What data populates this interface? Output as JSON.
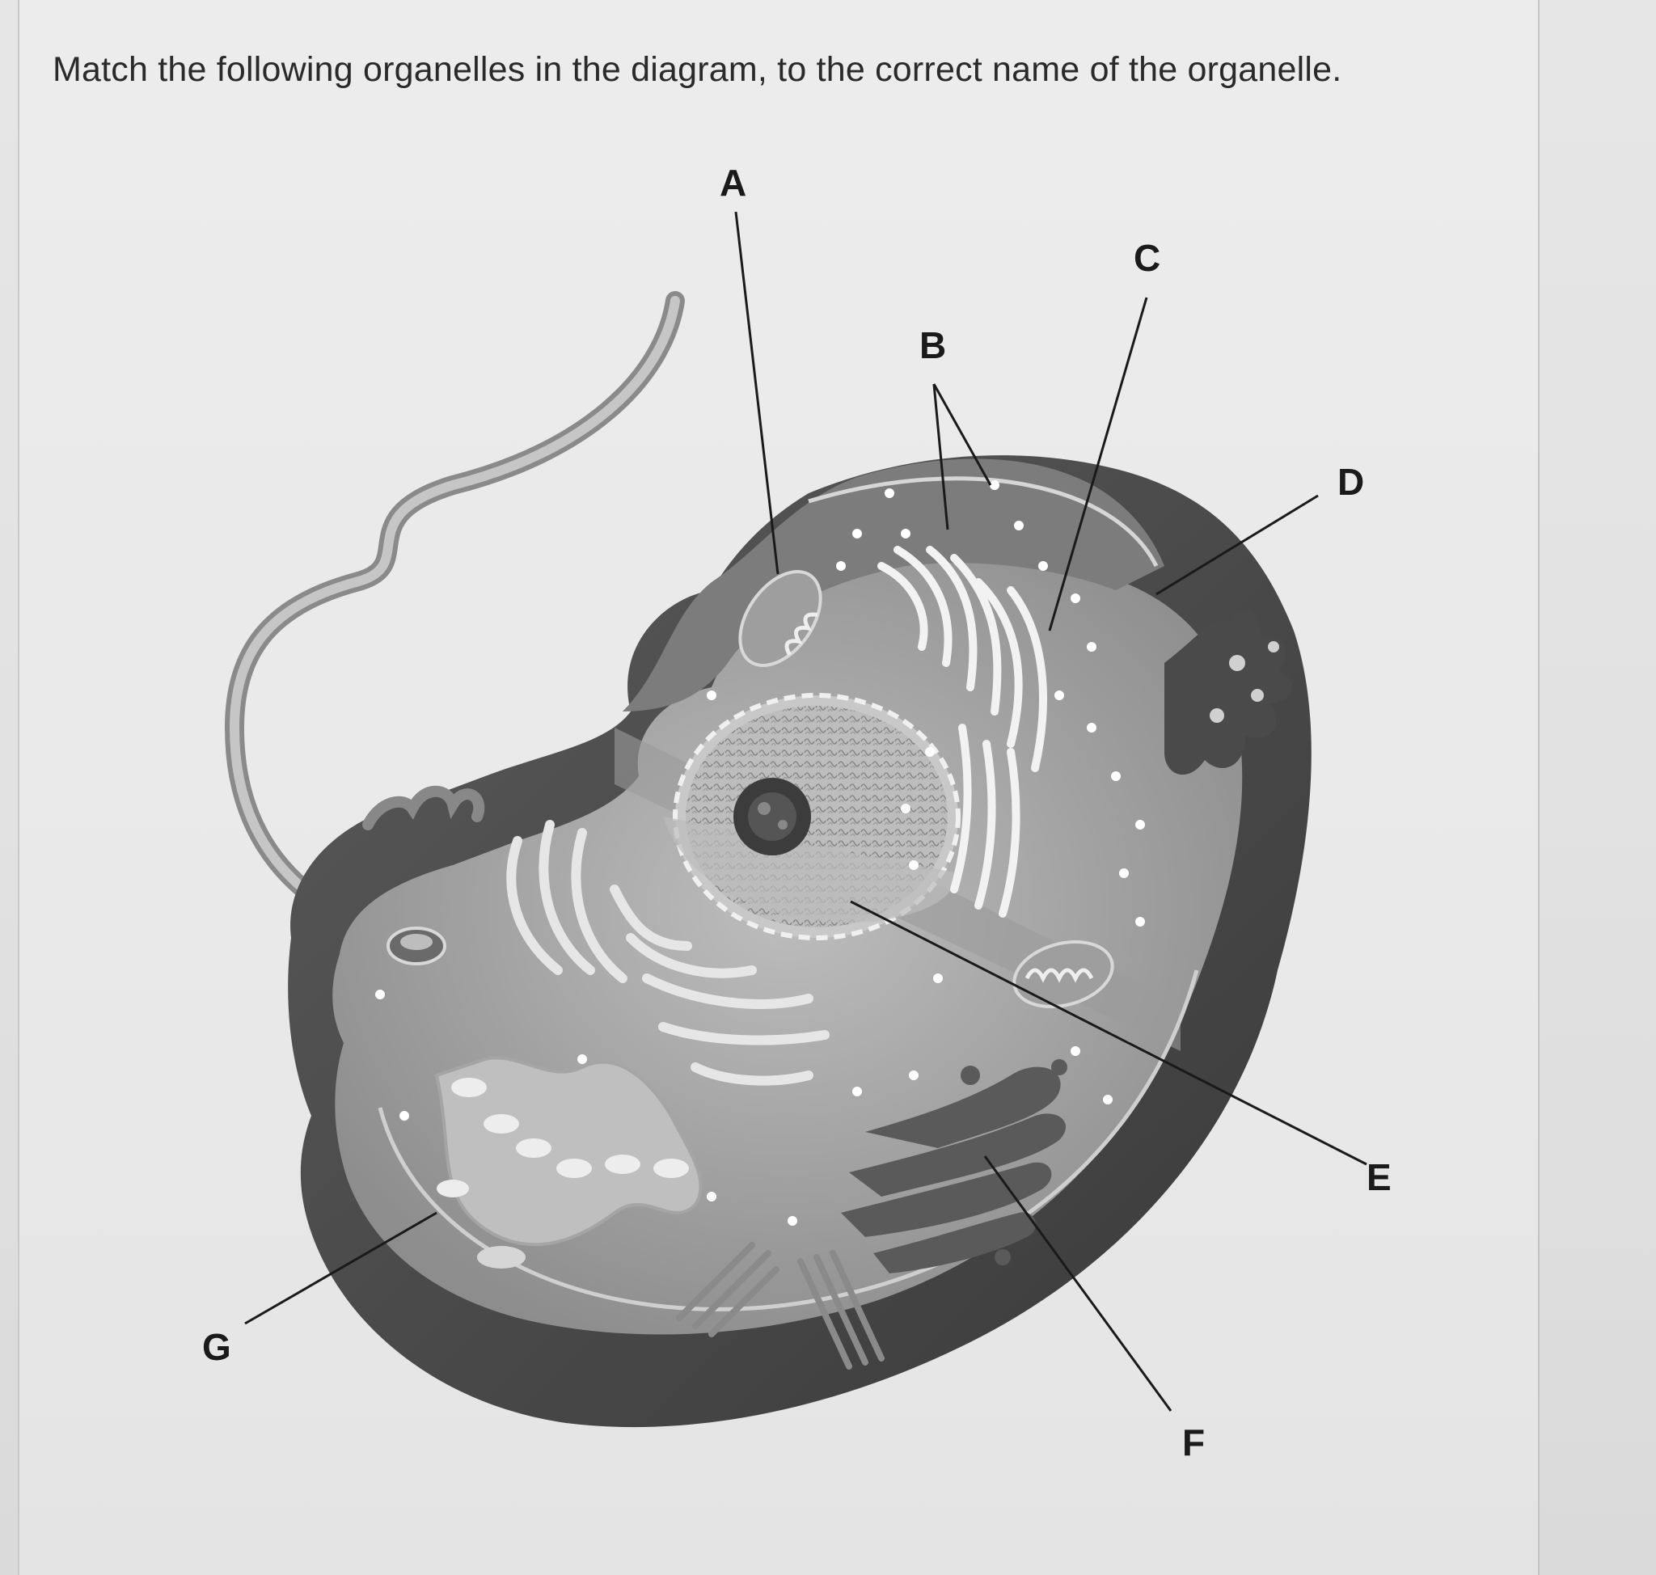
{
  "question": {
    "text": "Match the following  organelles in the diagram,  to the correct name of the organelle."
  },
  "labels": {
    "a": "A",
    "b": "B",
    "c": "C",
    "d": "D",
    "e": "E",
    "f": "F",
    "g": "G"
  }
}
